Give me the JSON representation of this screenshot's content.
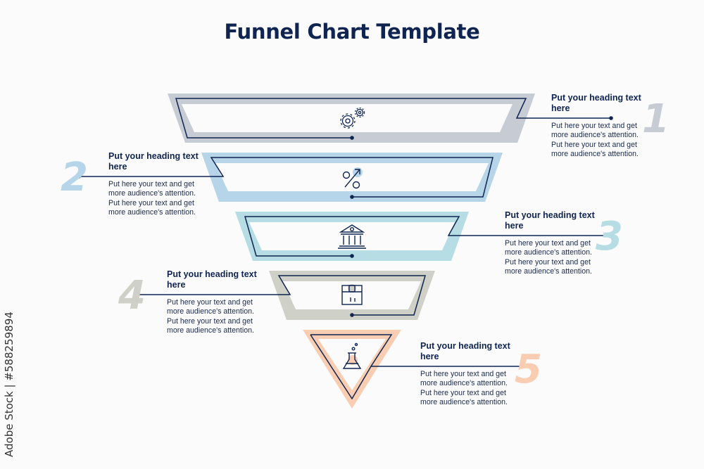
{
  "title": "Funnel Chart Template",
  "credit": "Adobe Stock | #588259894",
  "steps": [
    {
      "number": "1",
      "color": "#c7ccd4",
      "icon": "gears-icon",
      "heading": "Put your heading text here",
      "text": "Put here your text and get more audience's attention. Put here your text and get more audience's attention."
    },
    {
      "number": "2",
      "color": "#b6d5e8",
      "icon": "percent-arrow-icon",
      "heading": "Put your heading text here",
      "text": "Put here your text and get more audience's attention. Put here your text and get more audience's attention."
    },
    {
      "number": "3",
      "color": "#b5dde3",
      "icon": "bank-icon",
      "heading": "Put your heading text here",
      "text": "Put here your text and get more audience's attention. Put here your text and get more audience's attention."
    },
    {
      "number": "4",
      "color": "#cfd0c8",
      "icon": "package-box-icon",
      "heading": "Put your heading text here",
      "text": "Put here your text and get more audience's attention. Put here your text and get more audience's attention."
    },
    {
      "number": "5",
      "color": "#f8cdb2",
      "icon": "flask-icon",
      "heading": "Put your heading text here",
      "text": "Put here your text and get more audience's attention. Put here your text and get more audience's attention."
    }
  ],
  "colors": {
    "navy": "#0f2451"
  }
}
